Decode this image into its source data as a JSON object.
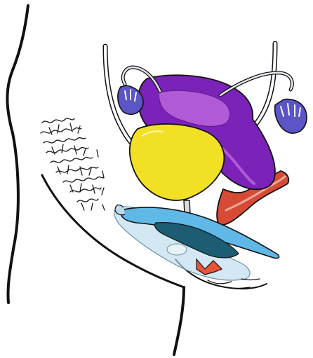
{
  "diagram": {
    "type": "anatomical-illustration",
    "view": "sagittal",
    "labels_present": false,
    "colors": {
      "background": "#ffffff",
      "outline": "#111111",
      "hair": "#1a1a1a",
      "uterus": "#7b22b8",
      "uterus_highlight": "#b05ad8",
      "bladder": "#f1e024",
      "rectum": "#d74a36",
      "rectum_inner": "#f2a99a",
      "ovary_fimbriae": "#5b55c8",
      "vaginal_wall": "#5fb8e6",
      "vaginal_dark": "#1c5d74",
      "translucent_blue": "#bcdcec",
      "urethra_tube": "#dcdcdc",
      "cervix_accent": "#e8543a"
    },
    "structures": [
      {
        "name": "body-contour",
        "icon": "outline"
      },
      {
        "name": "pubic-hair",
        "icon": "hair-texture"
      },
      {
        "name": "bladder",
        "icon": "yellow-organ"
      },
      {
        "name": "uterus",
        "icon": "purple-organ"
      },
      {
        "name": "left-ovary-fimbriae",
        "icon": "blue-fimbriae"
      },
      {
        "name": "right-ovary-fimbriae",
        "icon": "blue-fimbriae"
      },
      {
        "name": "left-fallopian-tube",
        "icon": "tube"
      },
      {
        "name": "right-fallopian-tube",
        "icon": "tube"
      },
      {
        "name": "left-ureter",
        "icon": "tube"
      },
      {
        "name": "right-ureter",
        "icon": "tube"
      },
      {
        "name": "urethra",
        "icon": "tube"
      },
      {
        "name": "rectum",
        "icon": "red-tube"
      },
      {
        "name": "vaginal-canal",
        "icon": "blue-canal"
      },
      {
        "name": "cervix",
        "icon": "red-accent"
      }
    ]
  }
}
